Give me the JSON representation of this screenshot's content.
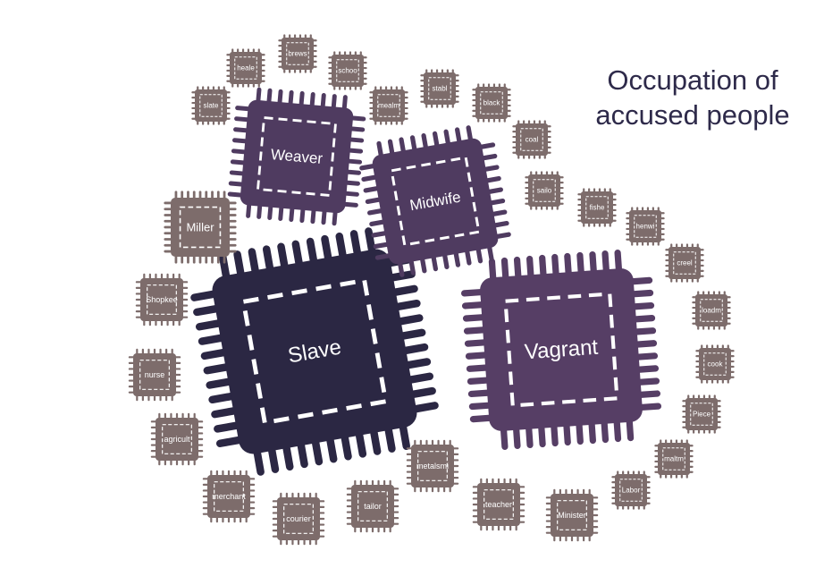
{
  "title": {
    "line1": "Occupation of",
    "line2": "accused people"
  },
  "colors": {
    "small": "#7d6c6b",
    "medium": "#4f3b60",
    "large_purple": "#563e65",
    "large_dark": "#2b2743",
    "dash": "#ffffff",
    "title": "#2e2a4a"
  },
  "chips": [
    {
      "id": "slave",
      "label": "Slave",
      "tier": "large_dark"
    },
    {
      "id": "vagrant",
      "label": "Vagrant",
      "tier": "large_purple"
    },
    {
      "id": "weaver",
      "label": "Weaver",
      "tier": "medium"
    },
    {
      "id": "midwife",
      "label": "Midwife",
      "tier": "medium"
    },
    {
      "id": "miller",
      "label": "Miller",
      "tier": "small"
    },
    {
      "id": "slate",
      "label": "slate",
      "tier": "small"
    },
    {
      "id": "heale",
      "label": "heale",
      "tier": "small"
    },
    {
      "id": "brews",
      "label": "brews",
      "tier": "small"
    },
    {
      "id": "schoo",
      "label": "schoo",
      "tier": "small"
    },
    {
      "id": "mealm",
      "label": "mealm",
      "tier": "small"
    },
    {
      "id": "stabl",
      "label": "stabl",
      "tier": "small"
    },
    {
      "id": "black",
      "label": "black",
      "tier": "small"
    },
    {
      "id": "coal",
      "label": "coal",
      "tier": "small"
    },
    {
      "id": "sailo",
      "label": "sailo",
      "tier": "small"
    },
    {
      "id": "fishe",
      "label": "fishe",
      "tier": "small"
    },
    {
      "id": "henwi",
      "label": "henwi",
      "tier": "small"
    },
    {
      "id": "creel",
      "label": "creel",
      "tier": "small"
    },
    {
      "id": "loadm",
      "label": "loadm",
      "tier": "small"
    },
    {
      "id": "cook",
      "label": "cook",
      "tier": "small"
    },
    {
      "id": "piece",
      "label": "Piece",
      "tier": "small"
    },
    {
      "id": "maltm",
      "label": "maltm",
      "tier": "small"
    },
    {
      "id": "labor",
      "label": "Labor",
      "tier": "small"
    },
    {
      "id": "minister",
      "label": "Minister",
      "tier": "small"
    },
    {
      "id": "teacher",
      "label": "teacher",
      "tier": "small"
    },
    {
      "id": "metalsmi",
      "label": "metalsmi",
      "tier": "small"
    },
    {
      "id": "tailor",
      "label": "tailor",
      "tier": "small"
    },
    {
      "id": "courier",
      "label": "courier",
      "tier": "small"
    },
    {
      "id": "merchant",
      "label": "merchant",
      "tier": "small"
    },
    {
      "id": "agricult",
      "label": "agricult",
      "tier": "small"
    },
    {
      "id": "nurse",
      "label": "nurse",
      "tier": "small"
    },
    {
      "id": "shopkee",
      "label": "Shopkee",
      "tier": "small"
    }
  ]
}
